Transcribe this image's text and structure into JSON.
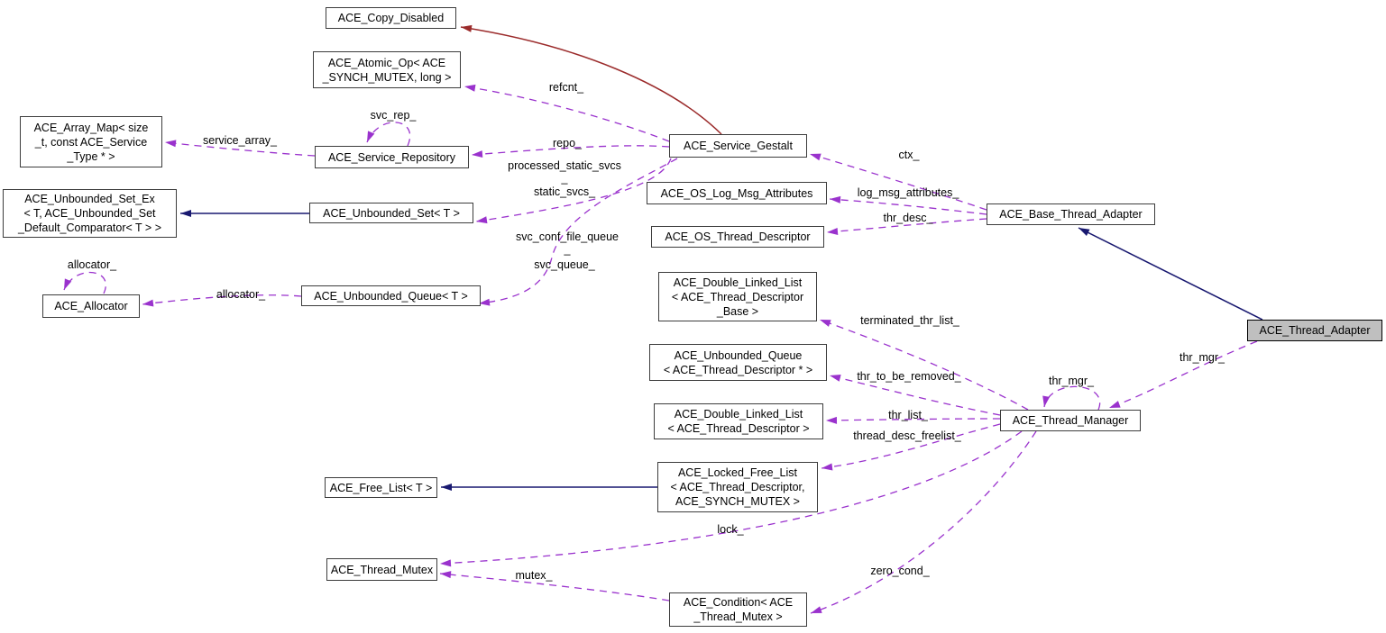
{
  "diagram": {
    "colors": {
      "background": "#ffffff",
      "aggregation": "#9a32cd",
      "inheritance": "#191970",
      "private_inheritance": "#9b2b2b",
      "node_fill": "#ffffff",
      "node_border": "#3c3c3c",
      "highlight_fill": "#bfbfbf"
    },
    "nodes": [
      {
        "id": "ace-copy-disabled",
        "label": "ACE_Copy_Disabled"
      },
      {
        "id": "ace-atomic-op",
        "label": "ACE_Atomic_Op< ACE\n_SYNCH_MUTEX, long >"
      },
      {
        "id": "ace-array-map",
        "label": "ACE_Array_Map< size\n_t, const ACE_Service\n_Type * >"
      },
      {
        "id": "ace-service-repository",
        "label": "ACE_Service_Repository"
      },
      {
        "id": "ace-unbounded-set-ex",
        "label": "ACE_Unbounded_Set_Ex\n< T, ACE_Unbounded_Set\n_Default_Comparator< T > >"
      },
      {
        "id": "ace-unbounded-set",
        "label": "ACE_Unbounded_Set< T >"
      },
      {
        "id": "ace-allocator",
        "label": "ACE_Allocator"
      },
      {
        "id": "ace-unbounded-queue",
        "label": "ACE_Unbounded_Queue< T >"
      },
      {
        "id": "ace-service-gestalt",
        "label": "ACE_Service_Gestalt"
      },
      {
        "id": "ace-os-log-msg-attributes",
        "label": "ACE_OS_Log_Msg_Attributes"
      },
      {
        "id": "ace-os-thread-descriptor",
        "label": "ACE_OS_Thread_Descriptor"
      },
      {
        "id": "ace-base-thread-adapter",
        "label": "ACE_Base_Thread_Adapter"
      },
      {
        "id": "ace-thread-adapter",
        "label": "ACE_Thread_Adapter"
      },
      {
        "id": "ace-double-linked-list-base",
        "label": "ACE_Double_Linked_List\n< ACE_Thread_Descriptor\n_Base >"
      },
      {
        "id": "ace-unbounded-queue-descriptor",
        "label": "ACE_Unbounded_Queue\n< ACE_Thread_Descriptor * >"
      },
      {
        "id": "ace-double-linked-list-descriptor",
        "label": "ACE_Double_Linked_List\n< ACE_Thread_Descriptor >"
      },
      {
        "id": "ace-thread-manager",
        "label": "ACE_Thread_Manager"
      },
      {
        "id": "ace-free-list",
        "label": "ACE_Free_List< T >"
      },
      {
        "id": "ace-locked-free-list",
        "label": "ACE_Locked_Free_List\n< ACE_Thread_Descriptor,\nACE_SYNCH_MUTEX >"
      },
      {
        "id": "ace-thread-mutex",
        "label": "ACE_Thread_Mutex"
      },
      {
        "id": "ace-condition",
        "label": "ACE_Condition< ACE\n_Thread_Mutex >"
      }
    ],
    "edge_labels": [
      {
        "text": "refcnt_"
      },
      {
        "text": "repo_"
      },
      {
        "text": "processed_static_svcs\n_"
      },
      {
        "text": "static_svcs_"
      },
      {
        "text": "svc_conf_file_queue\n_"
      },
      {
        "text": "svc_queue_"
      },
      {
        "text": "svc_rep_"
      },
      {
        "text": "service_array_"
      },
      {
        "text": "allocator_"
      },
      {
        "text": "allocator_"
      },
      {
        "text": "ctx_"
      },
      {
        "text": "log_msg_attributes_"
      },
      {
        "text": "thr_desc_"
      },
      {
        "text": "terminated_thr_list_"
      },
      {
        "text": "thr_to_be_removed_"
      },
      {
        "text": "thr_list_"
      },
      {
        "text": "thread_desc_freelist_"
      },
      {
        "text": "lock_"
      },
      {
        "text": "mutex_"
      },
      {
        "text": "zero_cond_"
      },
      {
        "text": "thr_mgr_"
      },
      {
        "text": "thr_mgr_"
      }
    ]
  }
}
